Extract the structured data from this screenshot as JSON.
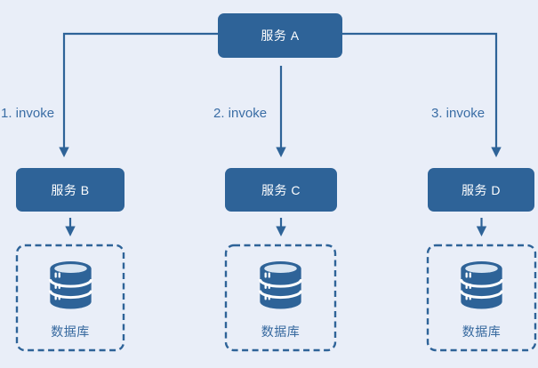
{
  "colors": {
    "primary_blue": "#2e6398",
    "background": "#e9eef8",
    "edge_label_text": "#3a6da5",
    "node_text": "#ffffff",
    "db_lid_fill": "#d9e5f2"
  },
  "nodes": {
    "service_a": "服务 A",
    "service_b": "服务 B",
    "service_c": "服务 C",
    "service_d": "服务 D"
  },
  "edge_labels": {
    "invoke_1": "1. invoke",
    "invoke_2": "2. invoke",
    "invoke_3": "3. invoke"
  },
  "databases": {
    "db_1": "数据库",
    "db_2": "数据库",
    "db_3": "数据库"
  }
}
